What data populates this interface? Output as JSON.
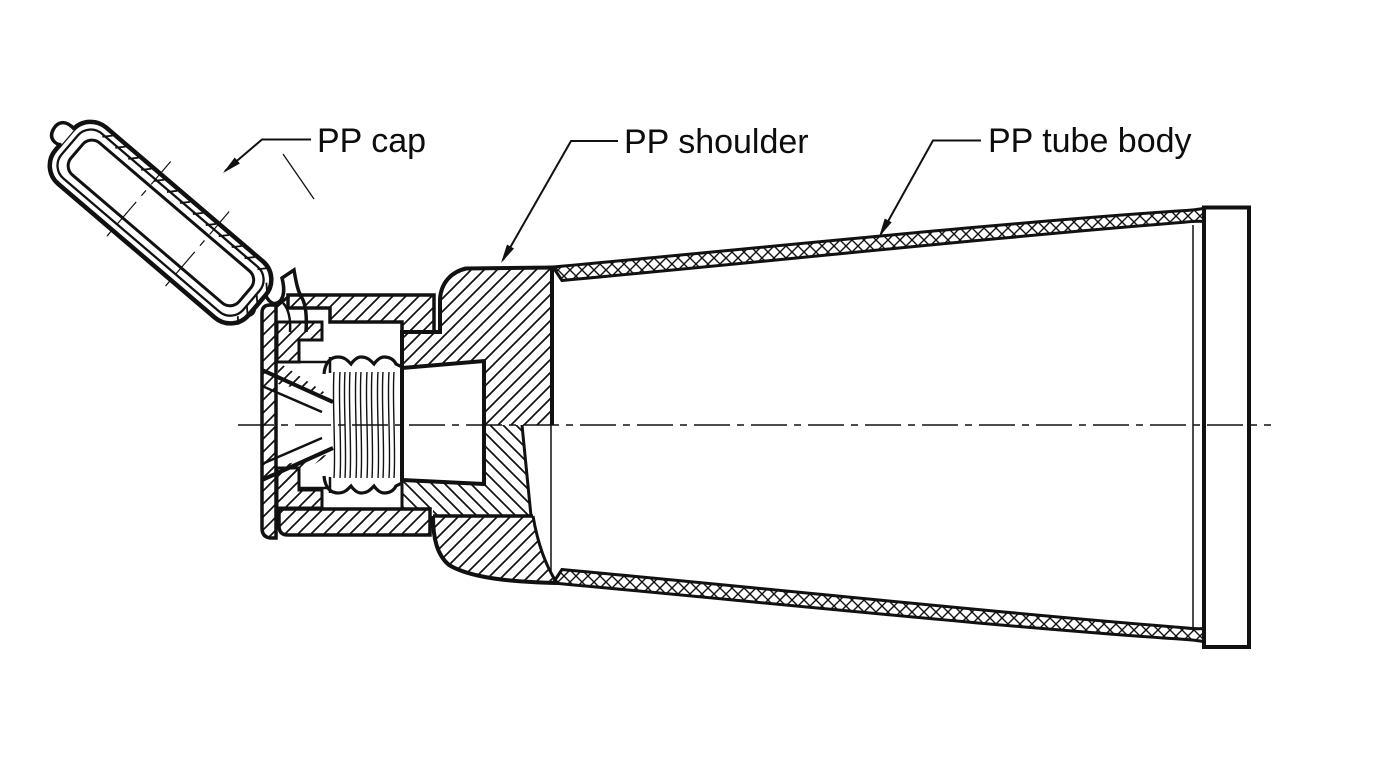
{
  "diagram": {
    "type": "technical-cross-section",
    "subject": "flip-top squeeze tube packaging",
    "colors": {
      "background": "#ffffff",
      "line": "#111111",
      "text": "#0d0d0d"
    },
    "callouts": {
      "cap": {
        "label": "PP cap"
      },
      "shoulder": {
        "label": "PP shoulder"
      },
      "tube_body": {
        "label": "PP tube body"
      }
    }
  }
}
